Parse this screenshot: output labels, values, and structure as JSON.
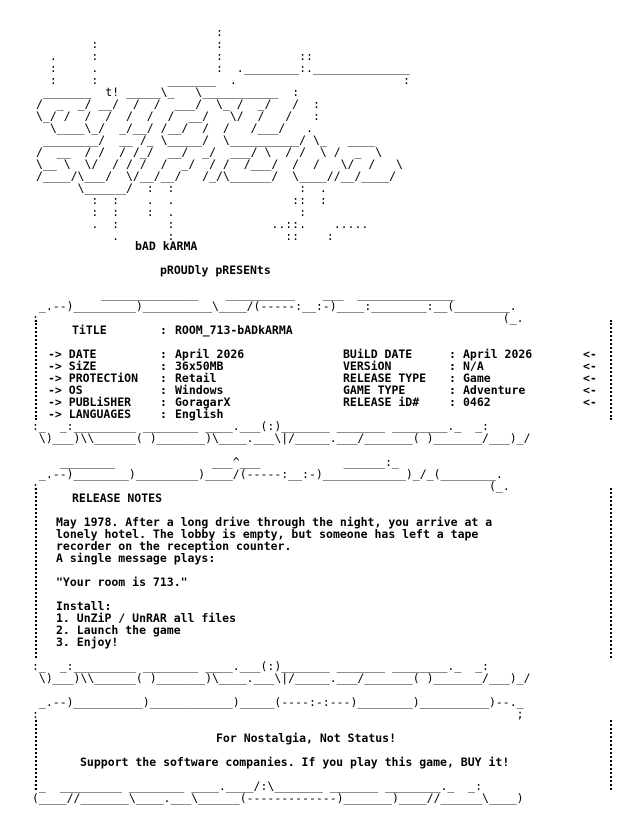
{
  "group": {
    "name": "bAD kARMA",
    "presents": "pROUDly pRESENts",
    "logo_tag": "t!"
  },
  "info": {
    "title_label": "TiTLE",
    "title_value": "ROOM_713-bADkARMA",
    "left": [
      {
        "label": "-> DATE",
        "value": "April 2026"
      },
      {
        "label": "-> SiZE",
        "value": "36x50MB"
      },
      {
        "label": "-> PROTECTiON",
        "value": "Retail"
      },
      {
        "label": "-> OS",
        "value": "Windows"
      },
      {
        "label": "-> PUBLiSHER",
        "value": "GoragarX"
      },
      {
        "label": "-> LANGUAGES",
        "value": "English"
      }
    ],
    "right": [
      {
        "label": "BUiLD DATE",
        "value": "April 2026"
      },
      {
        "label": "VERSiON",
        "value": "N/A"
      },
      {
        "label": "RELEASE TYPE",
        "value": "Game"
      },
      {
        "label": "GAME TYPE",
        "value": "Adventure"
      },
      {
        "label": "RELEASE iD#",
        "value": "0462"
      }
    ],
    "arrow": "<-"
  },
  "notes": {
    "heading": "RELEASE NOTES",
    "lines": [
      "May 1978. After a long drive through the night, you arrive at a",
      "lonely hotel. The lobby is empty, but someone has left a tape",
      "recorder on the reception counter.",
      "A single message plays:",
      "",
      "\"Your room is 713.\"",
      "",
      "Install:",
      "1. UnZiP / UnRAR all files",
      "2. Launch the game",
      "3. Enjoy!"
    ]
  },
  "footer": {
    "line1": "For Nostalgia, Not Status!",
    "line2": "Support the software companies. If you play this game, BUY it!"
  }
}
